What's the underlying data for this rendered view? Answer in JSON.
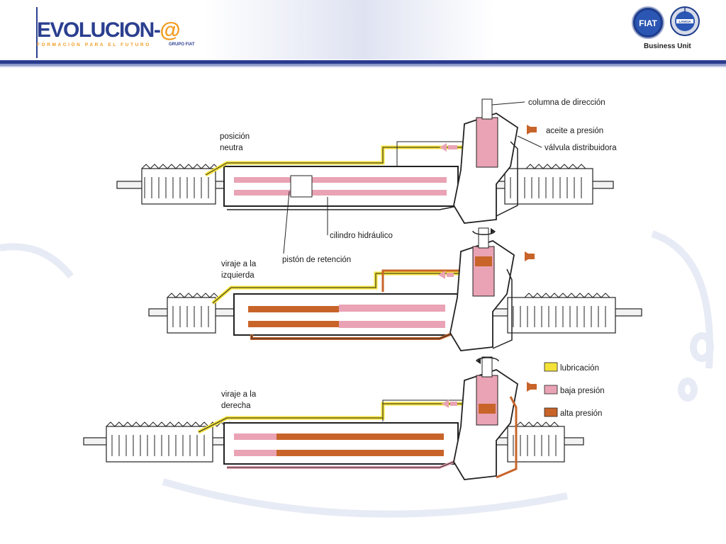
{
  "header": {
    "brand_main": "EVOLUCION-",
    "brand_at": "@",
    "brand_tagline": "FORMACIÓN PARA EL FUTURO",
    "brand_group": "GRUPO FIAT",
    "logo1_text": "FIAT",
    "logo2_text": "LANCIA",
    "business_unit": "Business Unit"
  },
  "colors": {
    "brand_blue": "#2b3f90",
    "brand_orange": "#f29a1e",
    "lubricacion": "#f4e23a",
    "baja_presion": "#e9a3b4",
    "alta_presion": "#c8642a"
  },
  "diagram": {
    "callouts": {
      "columna": "columna de dirección",
      "aceite": "aceite a presión",
      "valvula": "válvula distribuidora",
      "cilindro": "cilindro hidráulico",
      "piston": "pistón de retención"
    },
    "states": [
      {
        "label_1": "posición",
        "label_2": "neutra",
        "mode": "neutral"
      },
      {
        "label_1": "viraje a la",
        "label_2": "izquierda",
        "mode": "left"
      },
      {
        "label_1": "viraje a la",
        "label_2": "derecha",
        "mode": "right"
      }
    ],
    "legend": [
      {
        "label": "lubricación",
        "color": "#f4e23a"
      },
      {
        "label": "baja presión",
        "color": "#e9a3b4"
      },
      {
        "label": "alta presión",
        "color": "#c8642a"
      }
    ]
  }
}
